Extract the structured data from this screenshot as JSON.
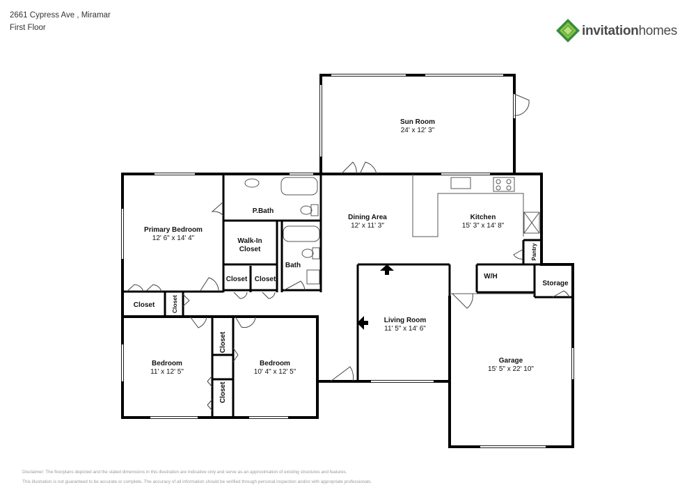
{
  "header": {
    "address": "2661 Cypress Ave , Miramar",
    "floor": "First Floor"
  },
  "logo": {
    "brand_bold": "invitation",
    "brand_rest": "homes",
    "colors": {
      "green_dark": "#3a8a3e",
      "green_light": "#8cc63f",
      "text": "#4b4b4b"
    }
  },
  "rooms": {
    "sun_room": {
      "label": "Sun Room",
      "dims": "24' x 12' 3\""
    },
    "pbath": {
      "label": "P.Bath"
    },
    "primary_bedroom": {
      "label": "Primary Bedroom",
      "dims": "12' 6\" x 14' 4\""
    },
    "dining_area": {
      "label": "Dining Area",
      "dims": "12' x 11' 3\""
    },
    "kitchen": {
      "label": "Kitchen",
      "dims": "15' 3\" x 14' 8\""
    },
    "walk_in_closet": {
      "line1": "Walk-In",
      "line2": "Closet"
    },
    "bath": {
      "label": "Bath"
    },
    "pantry": {
      "label": "Pantry"
    },
    "wh": {
      "label": "W/H"
    },
    "storage": {
      "label": "Storage"
    },
    "closet_a": {
      "label": "Closet"
    },
    "closet_b": {
      "label": "Closet"
    },
    "closet_c": {
      "label": "Closet"
    },
    "closet_d": {
      "label": "Closet"
    },
    "closet_e": {
      "label": "Closet"
    },
    "closet_f": {
      "label": "Closet"
    },
    "living_room": {
      "label": "Living Room",
      "dims": "11' 5\" x 14' 6\""
    },
    "bedroom_1": {
      "label": "Bedroom",
      "dims": "11' x 12' 5\""
    },
    "bedroom_2": {
      "label": "Bedroom",
      "dims": "10' 4\" x 12' 5\""
    },
    "garage": {
      "label": "Garage",
      "dims": "15' 5\" x 22' 10\""
    }
  },
  "disclaimer": {
    "line1": "Disclaimer: The floorplans depicted and the stated dimensions in this illustration are indicative only and serve as an approximation of existing structures and features.",
    "line2": "This illustration is not guaranteed to be accurate or complete. The accuracy of all information should be verified through personal inspection and/or with appropriate professionals."
  }
}
